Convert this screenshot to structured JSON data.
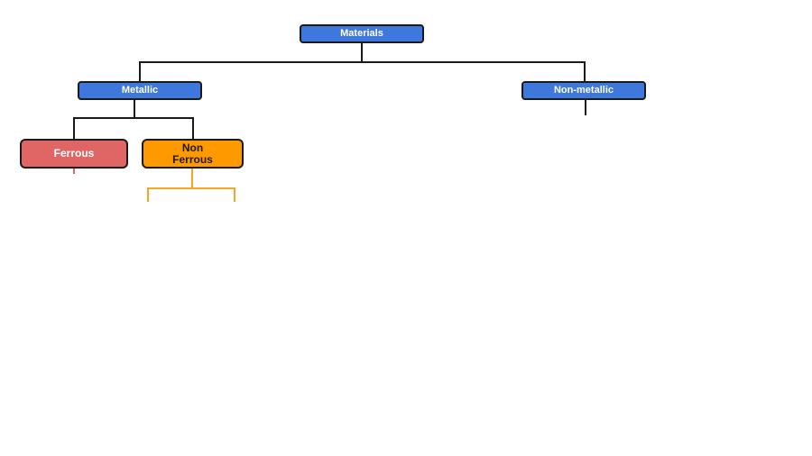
{
  "diagram": {
    "nodes": {
      "materials": {
        "label": "Materials",
        "color": "#3f78dc"
      },
      "metallic": {
        "label": "Metallic",
        "color": "#3f78dc"
      },
      "non_metallic": {
        "label": "Non-metallic",
        "color": "#3f78dc"
      },
      "ferrous": {
        "label": "Ferrous",
        "color": "#e06666"
      },
      "non_ferrous": {
        "label_line1": "Non",
        "label_line2": "Ferrous",
        "color": "#ff9900"
      }
    },
    "connector_colors": {
      "main": "#1a1a1a",
      "non_ferrous_branch": "#f6a623",
      "ferrous_stub": "#e06666"
    },
    "edges": [
      {
        "from": "Materials",
        "to": "Metallic"
      },
      {
        "from": "Materials",
        "to": "Non-metallic"
      },
      {
        "from": "Metallic",
        "to": "Ferrous"
      },
      {
        "from": "Metallic",
        "to": "Non Ferrous"
      }
    ]
  }
}
